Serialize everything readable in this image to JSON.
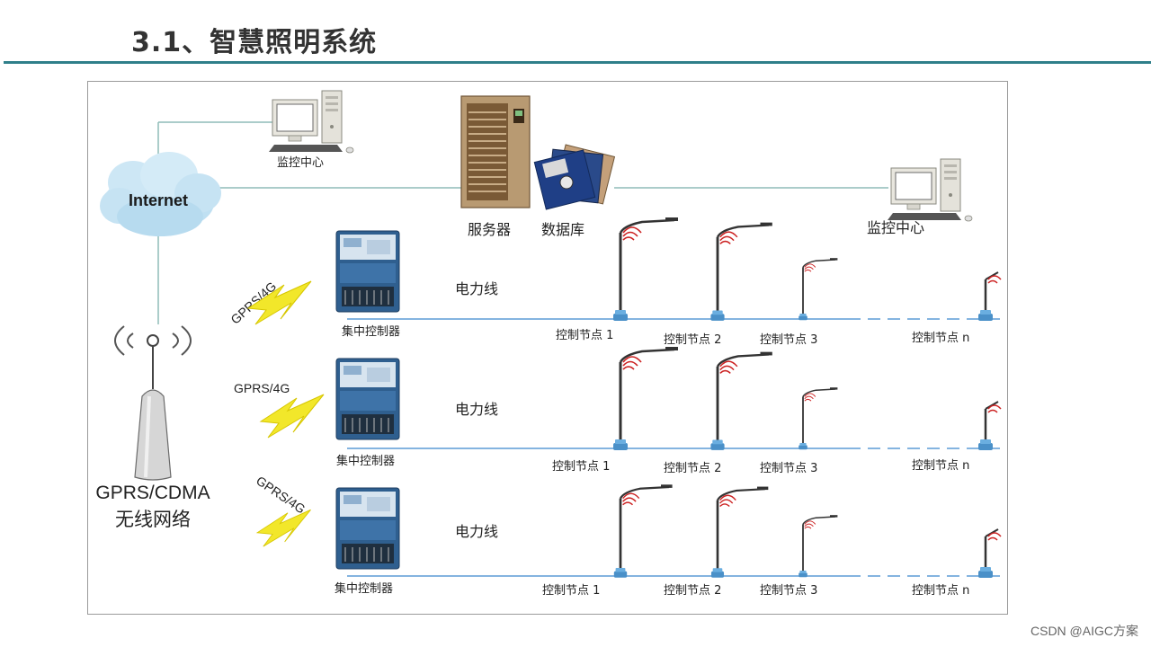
{
  "slide": {
    "title": "3.1、智慧照明系统",
    "watermark": "CSDN @AIGC方案"
  },
  "diagram": {
    "internet_label": "Internet",
    "monitor_center_top_label": "监控中心",
    "server_label": "服务器",
    "database_label": "数据库",
    "monitor_center_right_label": "监控中心",
    "tower_label_line1": "GPRS/CDMA",
    "tower_label_line2": "无线网络",
    "rows": [
      {
        "gprs_label": "GPRS/4G",
        "concentrator_label": "集中控制器",
        "powerline_label": "电力线",
        "nodes": [
          "控制节点 1",
          "控制节点 2",
          "控制节点 3",
          "控制节点 n"
        ]
      },
      {
        "gprs_label": "GPRS/4G",
        "concentrator_label": "集中控制器",
        "powerline_label": "电力线",
        "nodes": [
          "控制节点 1",
          "控制节点 2",
          "控制节点 3",
          "控制节点 n"
        ]
      },
      {
        "gprs_label": "GPRS/4G",
        "concentrator_label": "集中控制器",
        "powerline_label": "电力线",
        "nodes": [
          "控制节点 1",
          "控制节点 2",
          "控制节点 3",
          "控制节点 n"
        ]
      }
    ]
  },
  "colors": {
    "title_rule": "#2f7f8a",
    "link_line": "#8fbcb8",
    "power_line": "#5b9bd5",
    "lightning": "#f2e72a",
    "node_box": "#4a90c8",
    "signal": "#cc2222"
  },
  "icons": {
    "computer": "desktop-computer-icon",
    "server": "server-cabinet-icon",
    "database": "floppy-disk-stack-icon",
    "cloud": "cloud-icon",
    "tower": "radio-tower-icon",
    "concentrator": "concentrator-device-icon",
    "lightning": "lightning-bolt-icon",
    "streetlight": "street-light-icon"
  }
}
